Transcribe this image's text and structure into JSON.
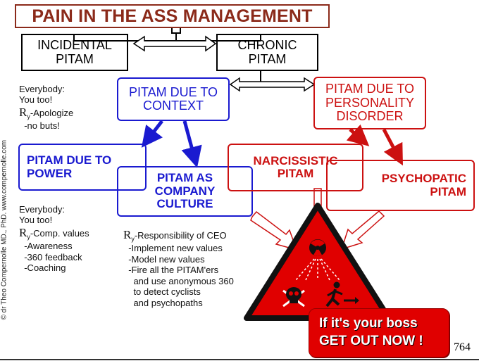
{
  "title": "PAIN IN THE ASS MANAGEMENT",
  "boxes": {
    "incidental": [
      "INCIDENTAL",
      "PITAM"
    ],
    "chronic": [
      "CHRONIC",
      "PITAM"
    ],
    "context": [
      "PITAM DUE TO",
      "CONTEXT"
    ],
    "personality": [
      "PITAM DUE TO",
      "PERSONALITY",
      "DISORDER"
    ],
    "power": [
      "PITAM DUE TO",
      "POWER"
    ],
    "culture": [
      "PITAM AS",
      "COMPANY",
      "CULTURE"
    ],
    "narcissistic": [
      "NARCISSISTIC",
      "PITAM"
    ],
    "psychopathic": [
      "PSYCHOPATIC",
      "PITAM"
    ]
  },
  "notes": {
    "incidental": {
      "lines": [
        "Everybody:",
        "You too!"
      ],
      "rx": "R",
      "rx_text": "-Apologize",
      "sub": [
        "  -no buts!"
      ]
    },
    "power": {
      "lines": [
        "Everybody:",
        "You too!"
      ],
      "rx": "R",
      "rx_text": "-Comp. values",
      "sub": [
        "  -Awareness",
        "  -360 feedback",
        "  -Coaching"
      ]
    },
    "culture": {
      "rx": "R",
      "rx_text": "-Responsibility of CEO",
      "sub": [
        "  -Implement new values",
        "  -Model new values",
        "  -Fire all the PITAM'ers",
        "    and use anonymous 360",
        "    to detect cyclists",
        "    and psychopaths"
      ]
    }
  },
  "boss": [
    "If it's your boss",
    "GET OUT NOW !"
  ],
  "copyright": "© dr Theo Compernolle MD., PhD.  www.compernolle.com",
  "slide_number": "764",
  "colors": {
    "title": "#8b2a1a",
    "blue": "#1a1ad0",
    "red": "#cc1111",
    "warning_fill": "#e00000",
    "warning_border": "#111111"
  },
  "icons": [
    "radiation-icon",
    "skull-icon",
    "running-man-icon"
  ]
}
